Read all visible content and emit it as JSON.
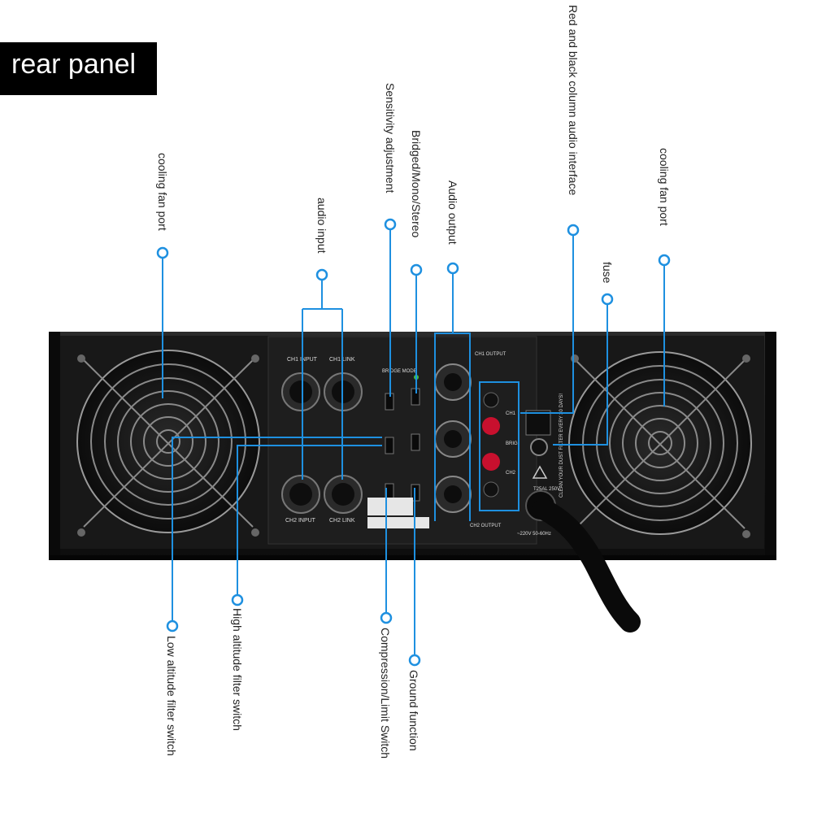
{
  "title": "rear panel",
  "labels": {
    "cooling_fan_left": "cooling fan port",
    "audio_input": "audio input",
    "sensitivity": "Sensitivity adjustment",
    "bridged_mode": "Bridged/Mono/Stereo",
    "audio_output": "Audio output",
    "speaker_interface": "Red and black column audio interface",
    "fuse": "fuse",
    "cooling_fan_right": "cooling fan port",
    "low_altitude": "Low altitude filter switch",
    "high_altitude": "High altitude filter switch",
    "compression": "Compression/Limit Switch",
    "ground": "Ground function"
  },
  "panel_text": {
    "ch1_input": "CH1 INPUT",
    "ch1_link": "CH1 LINK",
    "ch2_input": "CH2 INPUT",
    "ch2_link": "CH2 LINK",
    "bridge_mode": "BRIDGE MODE",
    "ch1_output": "CH1 OUTPUT",
    "ch2_output": "CH2 OUTPUT",
    "clean_notice": "CLEAN YOUR DUST FILTER EVERY 30 DAYS!",
    "power_rating": "~220V 50-60Hz",
    "fuse_rating": "T25AL 250V",
    "ch1": "CH1",
    "ch2": "CH2",
    "brig": "BRIG"
  },
  "colors": {
    "callout": "#1e90e0",
    "chassis": "#141414",
    "panel": "#1c1c1c",
    "grill": "#8a8a8a",
    "speaker_red": "#c8102e"
  }
}
